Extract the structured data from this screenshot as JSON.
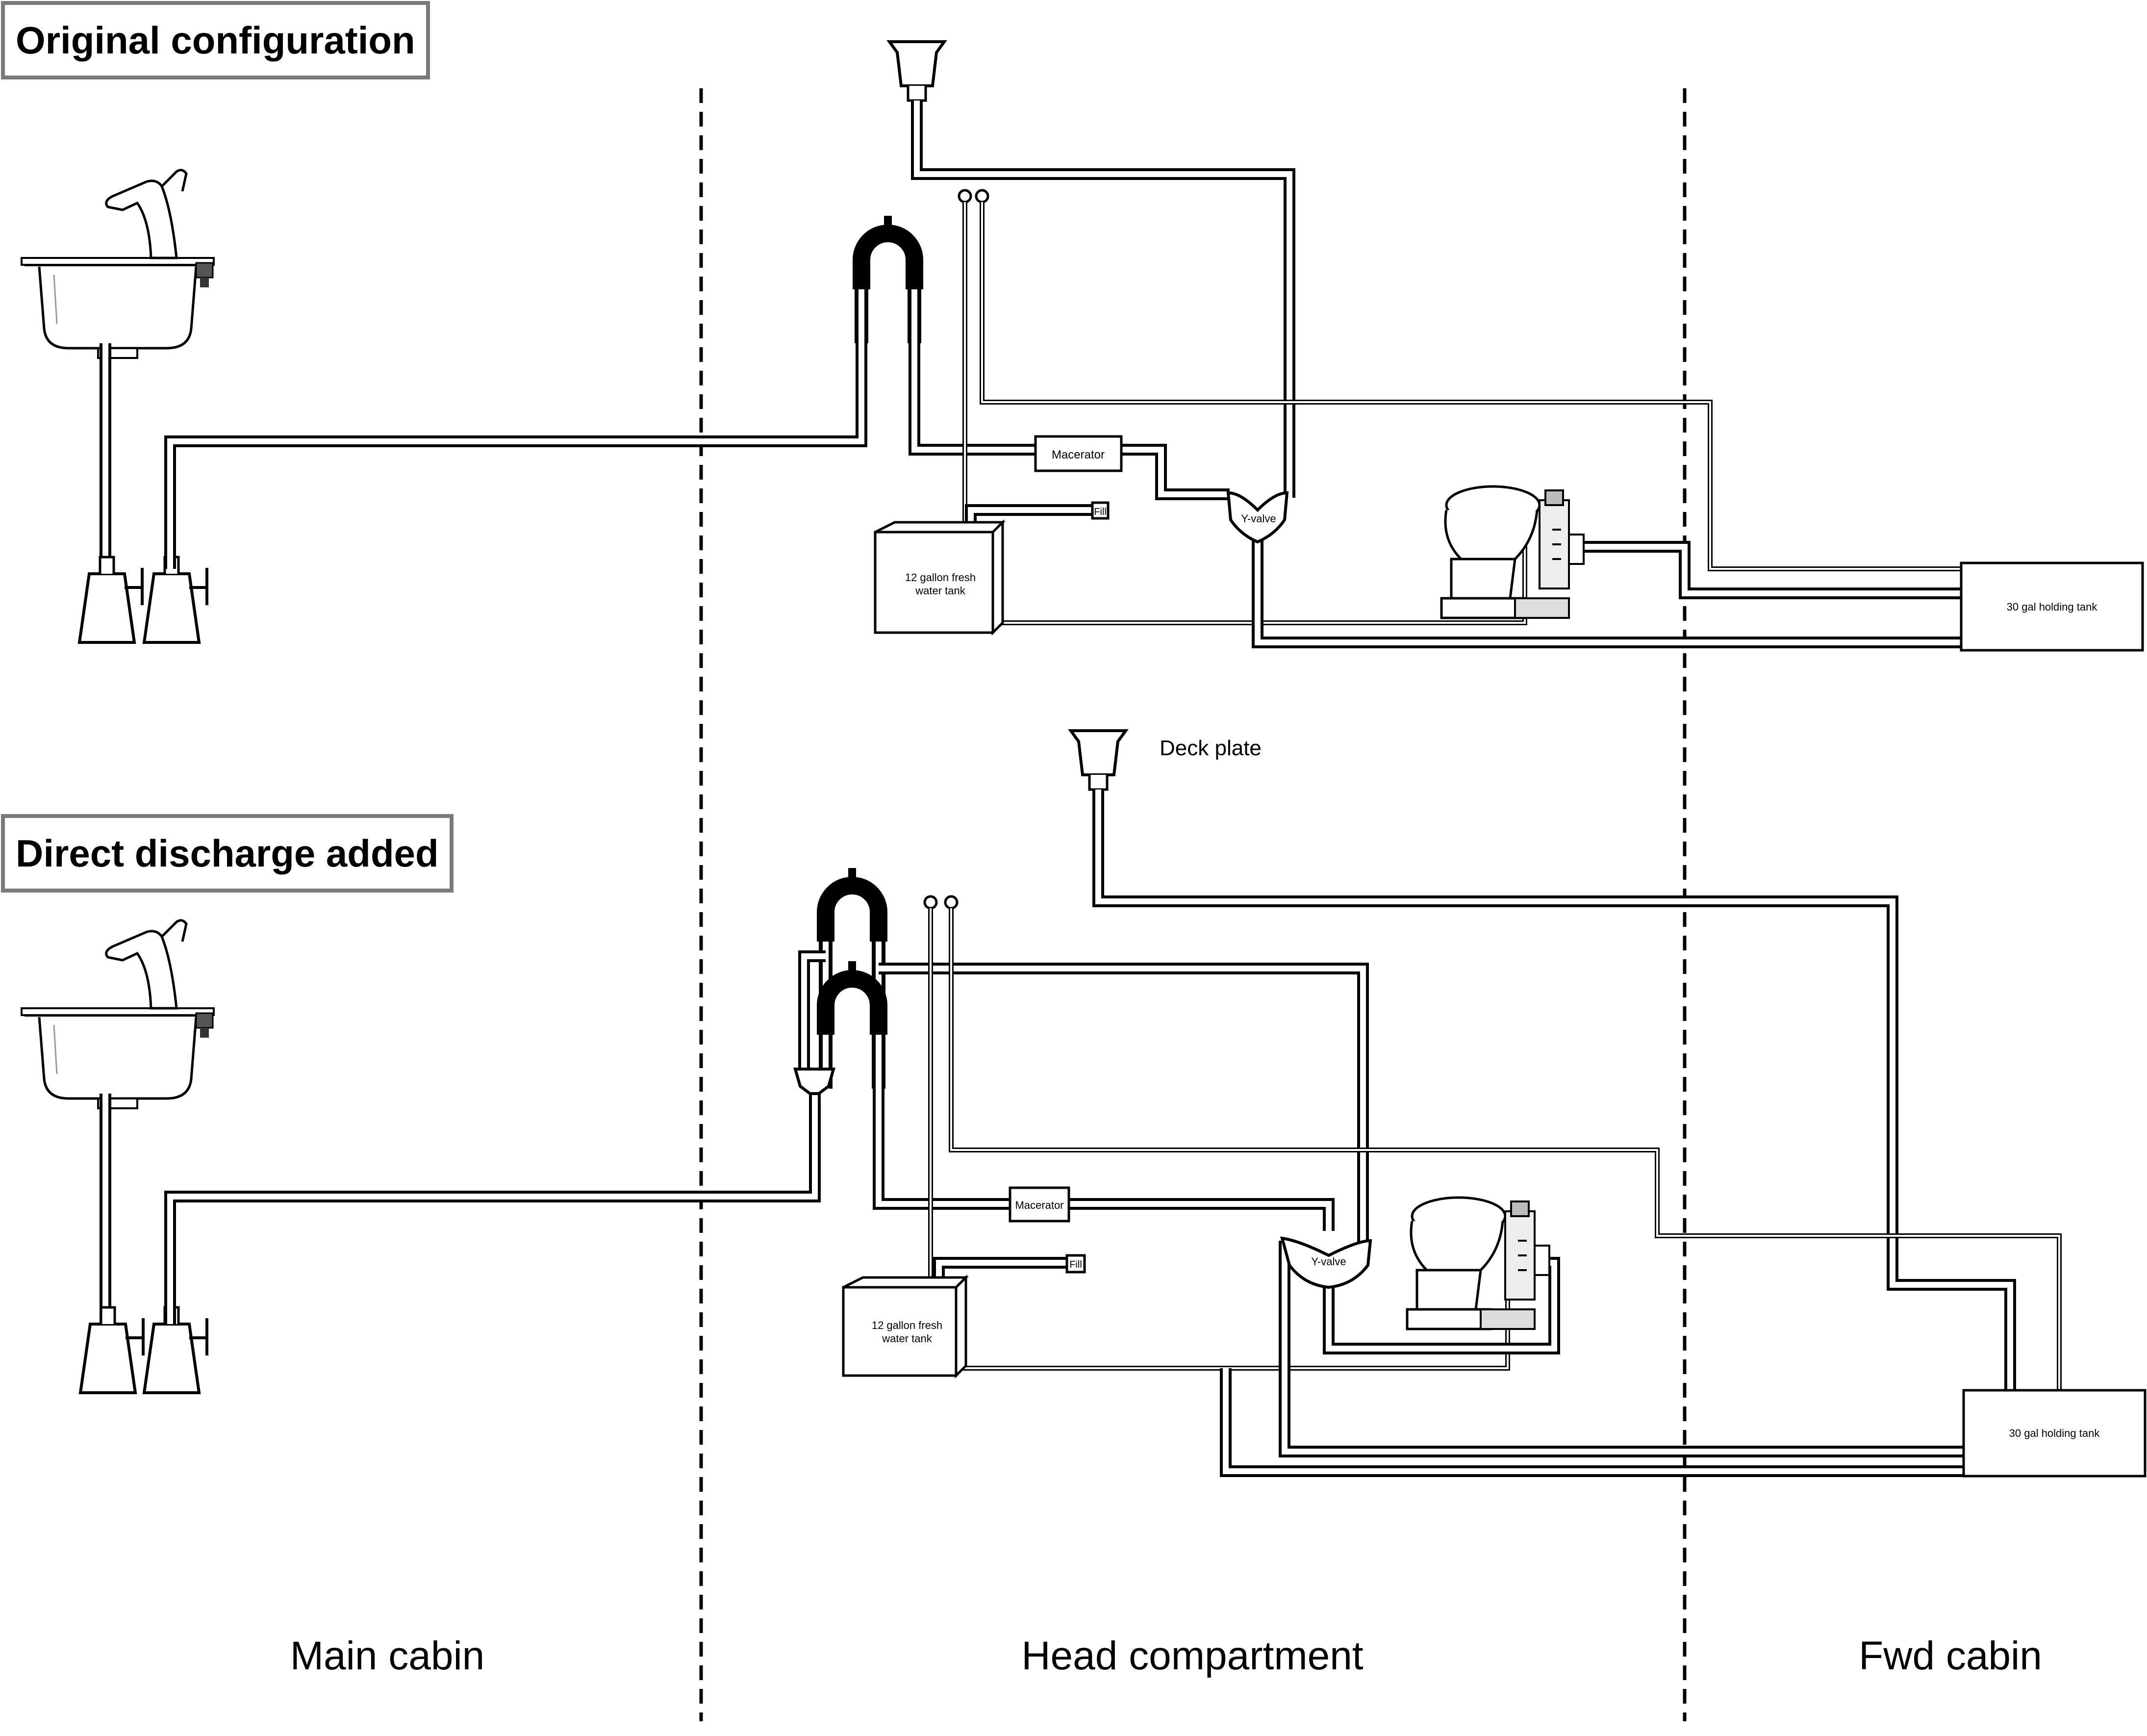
{
  "titles": {
    "original": "Original configuration",
    "direct": "Direct discharge added"
  },
  "regions": {
    "main_cabin": "Main cabin",
    "head_compartment": "Head compartment",
    "fwd_cabin": "Fwd cabin"
  },
  "components": {
    "macerator": "Macerator",
    "y_valve": "Y-valve",
    "fill": "Fill",
    "fresh_tank_line1": "12 gallon fresh",
    "fresh_tank_line2": "water tank",
    "holding_tank": "30 gal holding tank",
    "deck_plate": "Deck plate"
  },
  "icons": [
    "sink-icon",
    "faucet-icon",
    "seacock-icon",
    "vented-loop-icon",
    "toilet-icon",
    "deck-plate-icon",
    "vent-icon"
  ]
}
